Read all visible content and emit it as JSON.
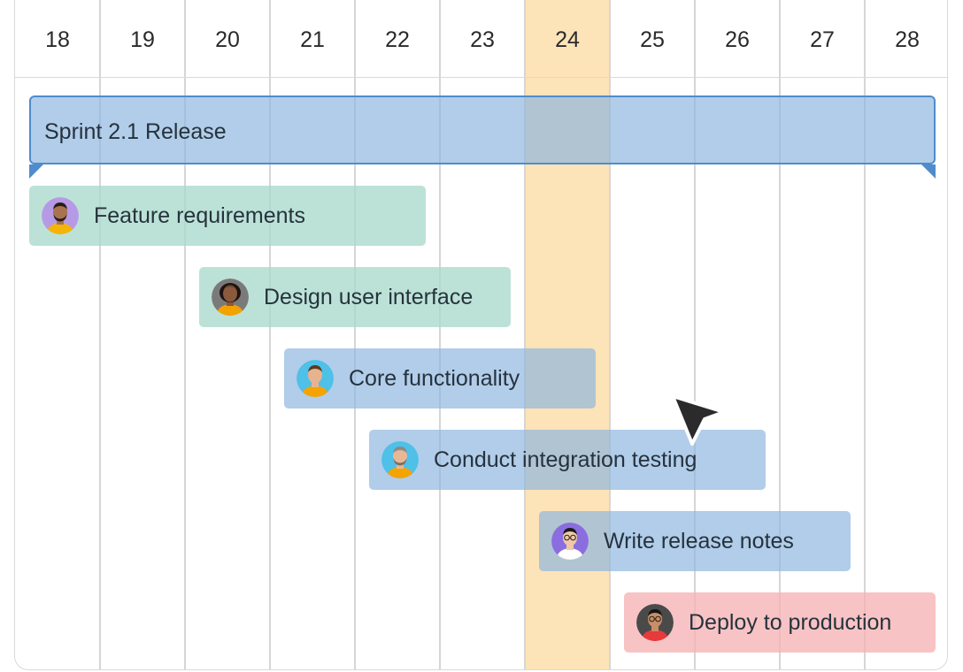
{
  "timeline": {
    "days": [
      "18",
      "19",
      "20",
      "21",
      "22",
      "23",
      "24",
      "25",
      "26",
      "27",
      "28"
    ],
    "today": "24"
  },
  "sprint": {
    "label": "Sprint 2.1 Release",
    "start_day": "18",
    "end_day": "28"
  },
  "tasks": [
    {
      "label": "Feature requirements",
      "start_day": "18",
      "end_day": "22",
      "status": "green",
      "avatar": "person-avatar-beard-icon"
    },
    {
      "label": "Design user interface",
      "start_day": "20",
      "end_day": "23",
      "status": "green",
      "avatar": "person-avatar-curly-hair-icon"
    },
    {
      "label": "Core functionality",
      "start_day": "21",
      "end_day": "24",
      "status": "blue",
      "avatar": "person-avatar-smiling-man-icon"
    },
    {
      "label": "Conduct integration testing",
      "start_day": "22",
      "end_day": "26",
      "status": "blue",
      "avatar": "person-avatar-gray-hair-icon"
    },
    {
      "label": "Write release notes",
      "start_day": "24",
      "end_day": "27",
      "status": "blue",
      "avatar": "person-avatar-short-hair-icon"
    },
    {
      "label": "Deploy to production",
      "start_day": "25",
      "end_day": "28",
      "status": "red",
      "avatar": "person-avatar-glasses-icon"
    }
  ],
  "colors": {
    "today_highlight": "#fde3b8",
    "sprint_bar": "#8cb6de",
    "sprint_border": "#4f8ccc",
    "task_green": "#a9dacc",
    "task_blue": "#8cb6de",
    "task_red": "#f6b2b4"
  },
  "icons": {
    "cursor": "mouse-pointer-icon"
  }
}
